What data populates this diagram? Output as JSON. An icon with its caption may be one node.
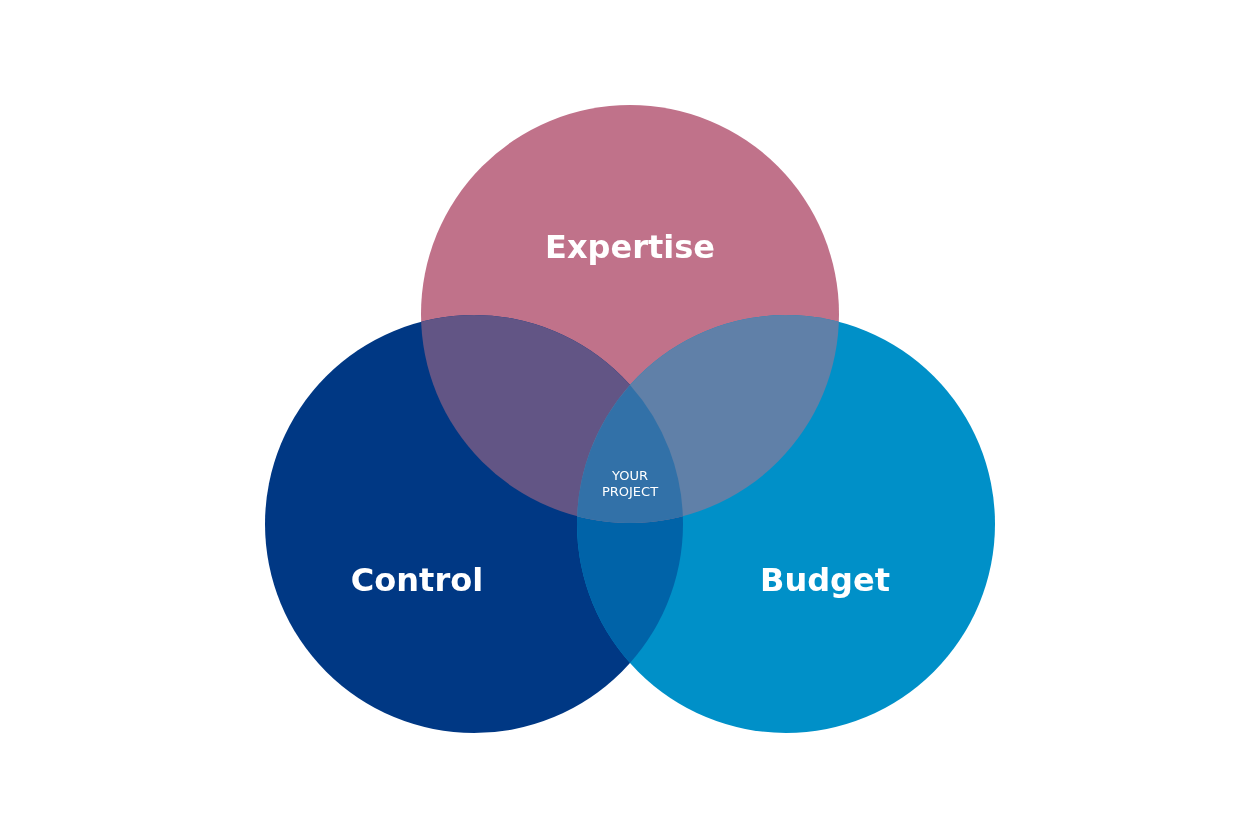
{
  "diagram": {
    "nodes": [
      {
        "text": [
          "Expertise"
        ]
      },
      {
        "text": [
          "Control"
        ]
      },
      {
        "text": [
          "Budget"
        ]
      }
    ],
    "edges": [],
    "labels": [
      "YOUR PROJECT"
    ]
  }
}
